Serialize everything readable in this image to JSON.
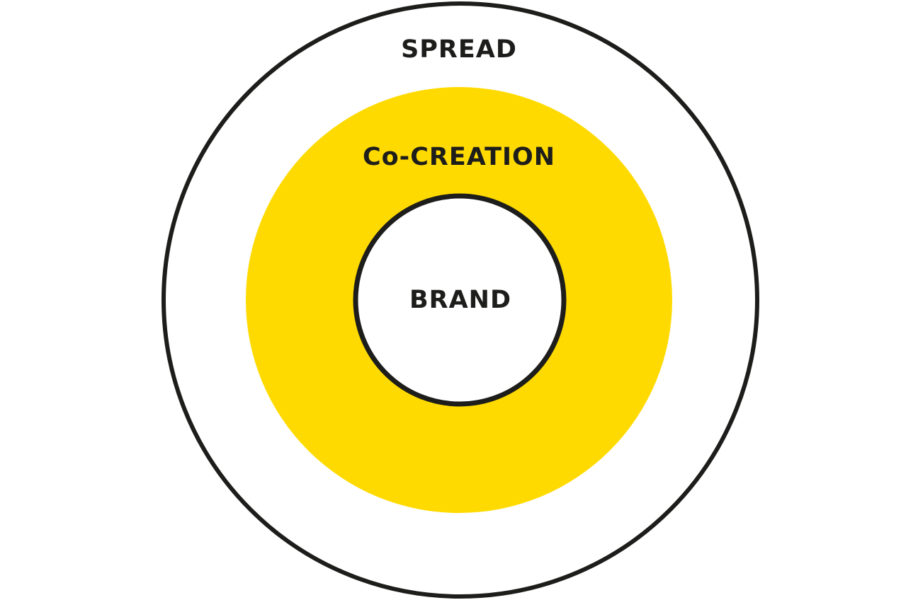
{
  "diagram": {
    "rings": [
      {
        "id": "spread",
        "label": "SPREAD"
      },
      {
        "id": "co-creation",
        "label": "Co-CREATION"
      },
      {
        "id": "brand",
        "label": "BRAND"
      }
    ],
    "colors": {
      "stroke": "#1d1d1b",
      "fill_middle": "#FFDA00",
      "background": "#ffffff"
    }
  }
}
